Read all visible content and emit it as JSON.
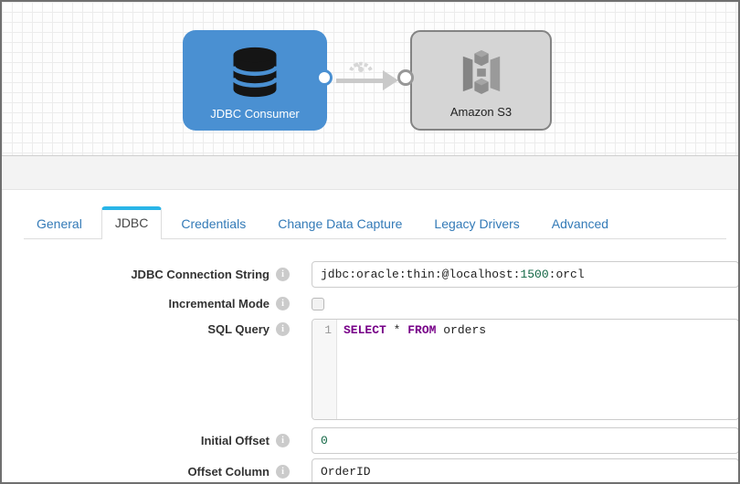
{
  "pipeline_canvas": {
    "origin": {
      "label": "JDBC Consumer",
      "icon": "database-icon",
      "color": "#4a90d2"
    },
    "destination": {
      "label": "Amazon S3",
      "icon": "s3-box-icon",
      "color": "#d5d5d5"
    },
    "edge": {
      "icon": "gauge-icon"
    }
  },
  "tabs": [
    {
      "label": "General",
      "active": false
    },
    {
      "label": "JDBC",
      "active": true
    },
    {
      "label": "Credentials",
      "active": false
    },
    {
      "label": "Change Data Capture",
      "active": false
    },
    {
      "label": "Legacy Drivers",
      "active": false
    },
    {
      "label": "Advanced",
      "active": false
    }
  ],
  "form": {
    "connection_string": {
      "label": "JDBC Connection String",
      "value": "jdbc:oracle:thin:@localhost:1500:orcl",
      "tokens": [
        {
          "text": "jdbc:oracle:thin:@localhost:",
          "type": "plain"
        },
        {
          "text": "1500",
          "type": "number"
        },
        {
          "text": ":orcl",
          "type": "plain"
        }
      ]
    },
    "incremental_mode": {
      "label": "Incremental Mode",
      "checked": false
    },
    "sql_query": {
      "label": "SQL Query",
      "line_number": "1",
      "value": "SELECT * FROM orders",
      "tokens": [
        {
          "text": "SELECT",
          "type": "keyword"
        },
        {
          "text": " * ",
          "type": "plain"
        },
        {
          "text": "FROM",
          "type": "keyword"
        },
        {
          "text": " orders",
          "type": "plain"
        }
      ]
    },
    "initial_offset": {
      "label": "Initial Offset",
      "value": "0"
    },
    "offset_column": {
      "label": "Offset Column",
      "value": "OrderID"
    }
  },
  "colors": {
    "origin_node": "#4a90d2",
    "destination_node": "#d5d5d5",
    "active_tab_bar": "#29b5e8",
    "tab_link": "#337ab7",
    "token_number": "#116644",
    "token_keyword": "#770088",
    "edge_gray": "#c9c9c9"
  }
}
